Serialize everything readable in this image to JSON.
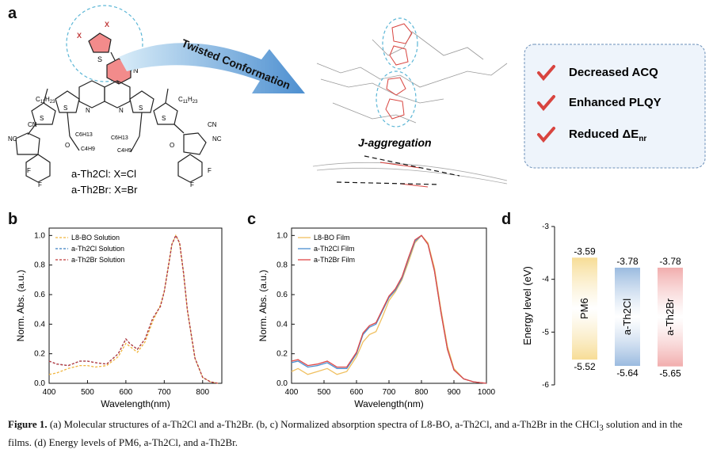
{
  "panels": {
    "a": "a",
    "b": "b",
    "c": "c",
    "d": "d"
  },
  "panel_a": {
    "arrow_label": "Twisted Conformation",
    "aggregation_label": "J-aggregation",
    "sub_c11": "C",
    "sub_c11_sub": "11",
    "sub_h23": "H",
    "sub_h23_sub": "23",
    "alkyl_c6": "C6H13",
    "alkyl_c4": "C4H9",
    "atoms": {
      "x": "X",
      "s": "S",
      "n": "N",
      "o": "O",
      "f": "F",
      "cn": "CN",
      "nc": "NC"
    },
    "compound1": "a-Th2Cl:  X=Cl",
    "compound2": "a-Th2Br:  X=Br",
    "features": [
      "Decreased ACQ",
      "Enhanced PLQY",
      "Reduced ΔE"
    ],
    "feature_sub": "nr"
  },
  "colors": {
    "L8BO": "#f0b43c",
    "aTh2Cl": "#3a7fc0",
    "aTh2Br": "#e04848",
    "PM6": "#f6d98a",
    "accent_red": "#d8443f"
  },
  "chart_data": [
    {
      "panel": "b",
      "type": "line",
      "xlabel": "Wavelength(nm)",
      "ylabel": "Norm. Abs. (a.u.)",
      "xlim": [
        400,
        850
      ],
      "ylim": [
        0,
        1.05
      ],
      "xticks": [
        400,
        500,
        600,
        700,
        800
      ],
      "yticks": [
        0.0,
        0.2,
        0.4,
        0.6,
        0.8,
        1.0
      ],
      "series": [
        {
          "name": "L8-BO Solution",
          "style": "dashed",
          "color": "#f0b43c",
          "x": [
            400,
            420,
            450,
            480,
            500,
            520,
            550,
            580,
            600,
            610,
            630,
            650,
            670,
            690,
            700,
            710,
            720,
            730,
            740,
            750,
            760,
            780,
            800,
            820,
            840
          ],
          "y": [
            0.06,
            0.07,
            0.1,
            0.12,
            0.12,
            0.11,
            0.12,
            0.18,
            0.27,
            0.25,
            0.21,
            0.28,
            0.42,
            0.53,
            0.62,
            0.78,
            0.94,
            1.0,
            0.95,
            0.75,
            0.5,
            0.17,
            0.04,
            0.01,
            0.0
          ]
        },
        {
          "name": "a-Th2Cl Solution",
          "style": "dashed",
          "color": "#3a7fc0",
          "x": [
            400,
            420,
            450,
            480,
            500,
            520,
            550,
            580,
            600,
            610,
            630,
            650,
            670,
            690,
            700,
            710,
            720,
            730,
            740,
            750,
            760,
            780,
            800,
            820,
            840
          ],
          "y": [
            0.15,
            0.13,
            0.12,
            0.15,
            0.15,
            0.14,
            0.13,
            0.2,
            0.3,
            0.27,
            0.23,
            0.3,
            0.44,
            0.52,
            0.62,
            0.78,
            0.94,
            1.0,
            0.95,
            0.75,
            0.5,
            0.17,
            0.04,
            0.01,
            0.0
          ]
        },
        {
          "name": "a-Th2Br Solution",
          "style": "dashed",
          "color": "#c03a3a",
          "x": [
            400,
            420,
            450,
            480,
            500,
            520,
            550,
            580,
            600,
            610,
            630,
            650,
            670,
            690,
            700,
            710,
            720,
            730,
            740,
            750,
            760,
            780,
            800,
            820,
            840
          ],
          "y": [
            0.15,
            0.13,
            0.12,
            0.15,
            0.15,
            0.14,
            0.13,
            0.2,
            0.3,
            0.27,
            0.23,
            0.3,
            0.44,
            0.52,
            0.62,
            0.78,
            0.94,
            1.0,
            0.95,
            0.75,
            0.5,
            0.17,
            0.04,
            0.01,
            0.0
          ]
        }
      ]
    },
    {
      "panel": "c",
      "type": "line",
      "xlabel": "Wavelength(nm)",
      "ylabel": "Norm. Abs. (a.u.)",
      "xlim": [
        400,
        1000
      ],
      "ylim": [
        0,
        1.05
      ],
      "xticks": [
        400,
        500,
        600,
        700,
        800,
        900,
        1000
      ],
      "yticks": [
        0.0,
        0.2,
        0.4,
        0.6,
        0.8,
        1.0
      ],
      "series": [
        {
          "name": "L8-BO Film",
          "style": "solid",
          "color": "#f0c060",
          "x": [
            400,
            420,
            450,
            480,
            510,
            540,
            570,
            600,
            620,
            640,
            660,
            680,
            700,
            720,
            740,
            760,
            780,
            800,
            820,
            840,
            860,
            880,
            900,
            930,
            960,
            1000
          ],
          "y": [
            0.08,
            0.1,
            0.06,
            0.08,
            0.1,
            0.06,
            0.08,
            0.18,
            0.28,
            0.33,
            0.35,
            0.45,
            0.56,
            0.62,
            0.7,
            0.82,
            0.95,
            1.0,
            0.95,
            0.78,
            0.5,
            0.25,
            0.1,
            0.03,
            0.01,
            0.0
          ]
        },
        {
          "name": "a-Th2Cl Film",
          "style": "solid",
          "color": "#4a8fd0",
          "x": [
            400,
            420,
            450,
            480,
            510,
            540,
            570,
            600,
            620,
            640,
            660,
            680,
            700,
            720,
            740,
            760,
            780,
            800,
            820,
            840,
            860,
            880,
            900,
            930,
            960,
            1000
          ],
          "y": [
            0.14,
            0.15,
            0.11,
            0.12,
            0.14,
            0.1,
            0.1,
            0.2,
            0.33,
            0.38,
            0.4,
            0.49,
            0.58,
            0.63,
            0.71,
            0.84,
            0.96,
            1.0,
            0.94,
            0.76,
            0.48,
            0.23,
            0.09,
            0.03,
            0.01,
            0.0
          ]
        },
        {
          "name": "a-Th2Br Film",
          "style": "solid",
          "color": "#e04848",
          "x": [
            400,
            420,
            450,
            480,
            510,
            540,
            570,
            600,
            620,
            640,
            660,
            680,
            700,
            720,
            740,
            760,
            780,
            800,
            820,
            840,
            860,
            880,
            900,
            930,
            960,
            1000
          ],
          "y": [
            0.15,
            0.16,
            0.12,
            0.13,
            0.15,
            0.11,
            0.11,
            0.21,
            0.34,
            0.39,
            0.41,
            0.5,
            0.59,
            0.64,
            0.72,
            0.85,
            0.97,
            1.0,
            0.94,
            0.76,
            0.48,
            0.23,
            0.09,
            0.03,
            0.01,
            0.0
          ]
        }
      ]
    },
    {
      "panel": "d",
      "type": "bar",
      "ylabel": "Energy level (eV)",
      "ylim": [
        -6,
        -3
      ],
      "yticks": [
        -3,
        -4,
        -5,
        -6
      ],
      "bars": [
        {
          "name": "PM6",
          "homo": -5.52,
          "lumo": -3.59,
          "homo_label": "-5.52",
          "lumo_label": "-3.59",
          "color": "#f6d98a"
        },
        {
          "name": "a-Th2Cl",
          "homo": -5.64,
          "lumo": -3.78,
          "homo_label": "-5.64",
          "lumo_label": "-3.78",
          "color": "#8fb3dc"
        },
        {
          "name": "a-Th2Br",
          "homo": -5.65,
          "lumo": -3.78,
          "homo_label": "-5.65",
          "lumo_label": "-3.78",
          "color": "#f0a4a4"
        }
      ]
    }
  ],
  "caption": {
    "label": "Figure 1.",
    "text": " (a) Molecular structures of a-Th2Cl and a-Th2Br. (b, c) Normalized absorption spectra of L8-BO, a-Th2Cl, and a-Th2Br in the CHCl",
    "sub": "3",
    "text2": " solution and in the films. (d) Energy levels of PM6, a-Th2Cl, and a-Th2Br."
  }
}
